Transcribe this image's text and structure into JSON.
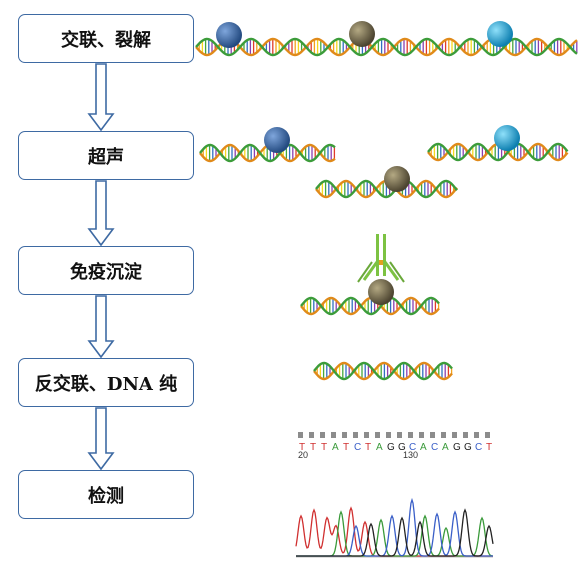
{
  "steps": [
    {
      "label": "交联、裂解"
    },
    {
      "label": "超声"
    },
    {
      "label": "免疫沉淀"
    },
    {
      "label": "反交联、DNA 纯"
    },
    {
      "label": "检测"
    }
  ],
  "sequence": {
    "bases": [
      "T",
      "T",
      "T",
      "A",
      "T",
      "C",
      "T",
      "A",
      "G",
      "G",
      "C",
      "A",
      "C",
      "A",
      "G",
      "G",
      "C",
      "T"
    ],
    "position_labels": [
      "20",
      "130"
    ]
  },
  "colors": {
    "box_border": "#3e6aa3",
    "arrow": "#3e6aa3",
    "protein_blue": "#2f5f9e",
    "protein_olive": "#6d6242",
    "protein_cyan": "#19a7d6",
    "antibody": "#7cc242",
    "base_A": "#3a9a3a",
    "base_C": "#3a5fc8",
    "base_G": "#222222",
    "base_T": "#d03030"
  }
}
